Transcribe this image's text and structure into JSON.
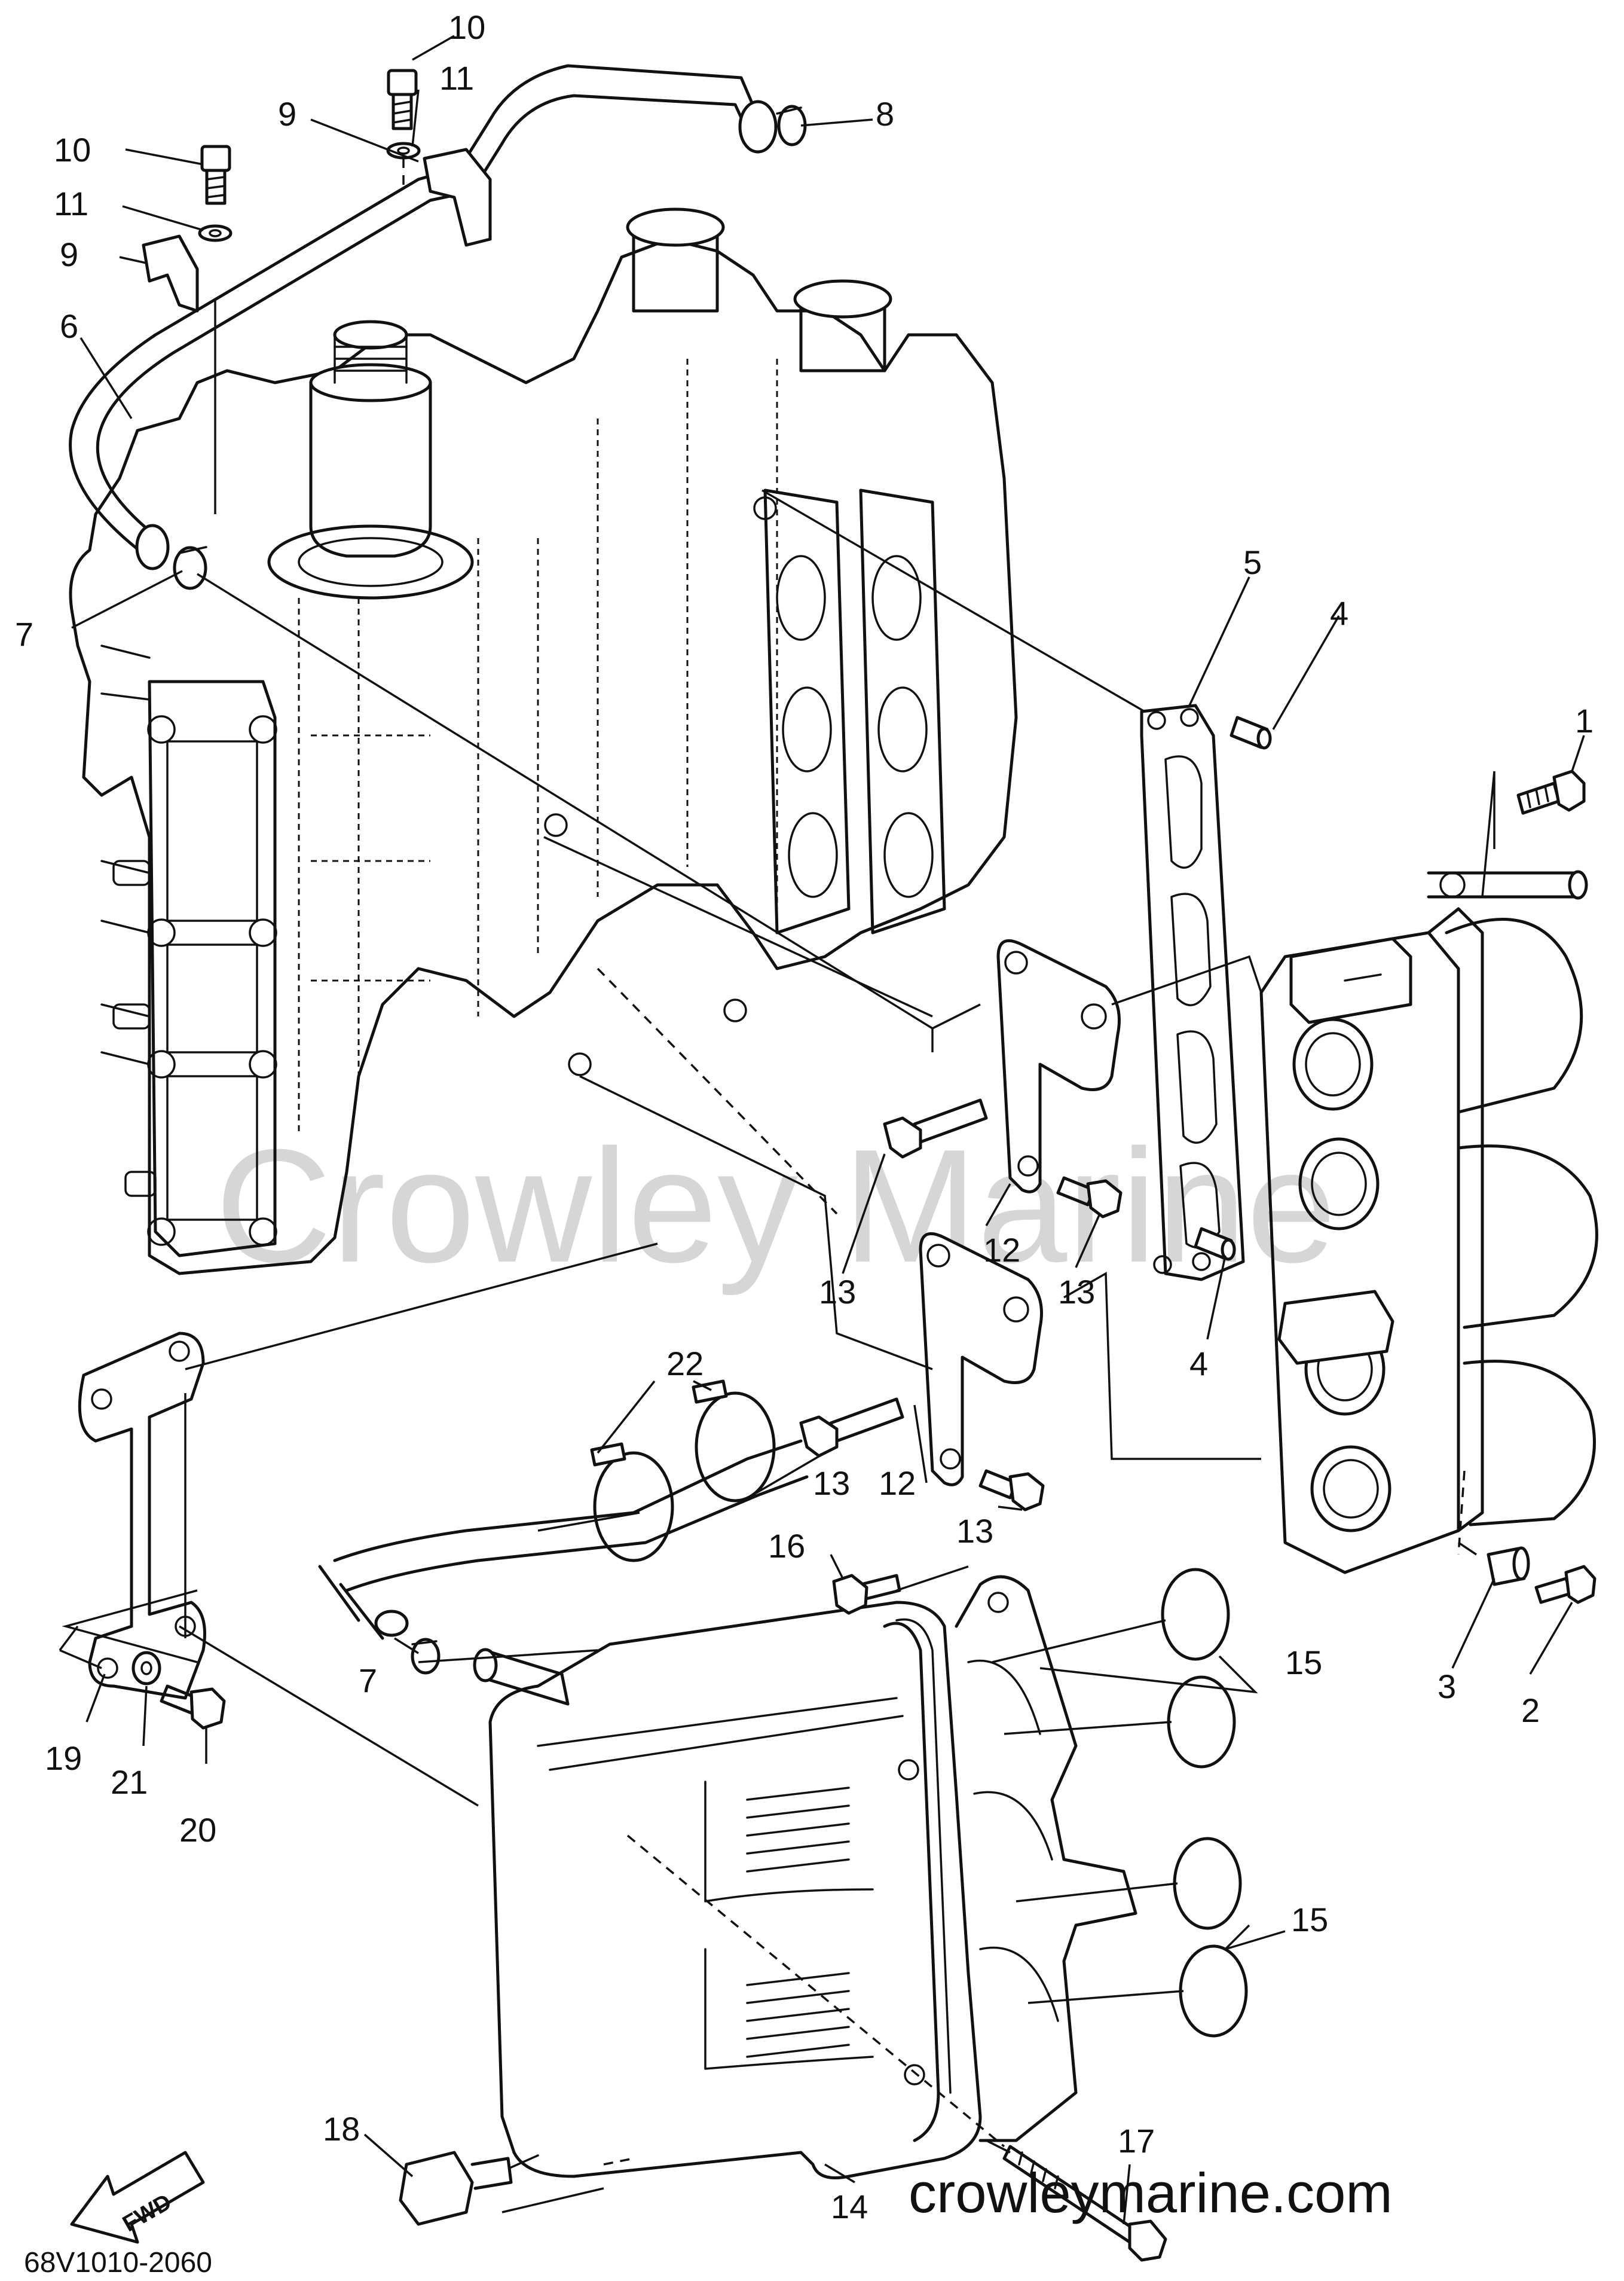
{
  "watermark": "Crowley Marine",
  "site_url": "crowleymarine.com",
  "diagram_code": "68V1010-2060",
  "fwd_label": "FWD",
  "callouts": {
    "c1": "1",
    "c2": "2",
    "c3": "3",
    "c4a": "4",
    "c4b": "4",
    "c5": "5",
    "c6": "6",
    "c7a": "7",
    "c7b": "7",
    "c8": "8",
    "c9a": "9",
    "c9b": "9",
    "c10a": "10",
    "c10b": "10",
    "c11a": "11",
    "c11b": "11",
    "c12a": "12",
    "c12b": "12",
    "c13a": "13",
    "c13b": "13",
    "c13c": "13",
    "c13d": "13",
    "c14": "14",
    "c15a": "15",
    "c15b": "15",
    "c16": "16",
    "c17": "17",
    "c18": "18",
    "c19": "19",
    "c20": "20",
    "c21": "21",
    "c22": "22"
  }
}
